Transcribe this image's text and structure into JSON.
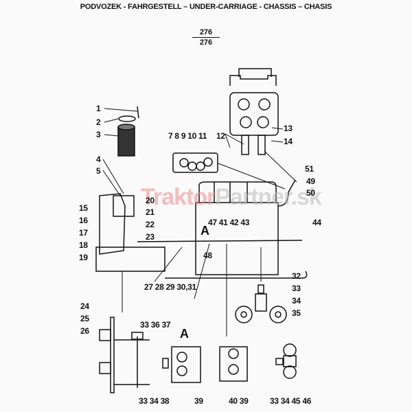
{
  "header": {
    "title": "PODVOZEK - FAHRGESTELL – UNDER-CARRIAGE - CHASSIS – CHASIS",
    "figure_numerator": "276",
    "figure_denominator": "276"
  },
  "watermark": {
    "part1": "Traktor",
    "part2": "Partner.sk",
    "color": "#f08a8a"
  },
  "callouts": {
    "c1": "1",
    "c2": "2",
    "c3": "3",
    "c4": "4",
    "c5": "5",
    "c7_11": "7 8 9 10 11",
    "c12": "12",
    "c13": "13",
    "c14": "14",
    "c15": "15",
    "c16": "16",
    "c17": "17",
    "c18": "18",
    "c19": "19",
    "c20": "20",
    "c21": "21",
    "c22": "22",
    "c23": "23",
    "c24": "24",
    "c25": "25",
    "c26": "26",
    "c27_31": "27 28 29 30,31",
    "c32": "32",
    "c33": "33",
    "c34": "34",
    "c35": "35",
    "c33_36_37": "33 36 37",
    "c33_34_38": "33 34 38",
    "c39a": "39",
    "c40_39": "40 39",
    "c33_34_45_46": "33 34 45 46",
    "c41_43": "47 41 42 43",
    "c44": "44",
    "c48": "48",
    "c49": "49",
    "c50": "50",
    "c51": "51",
    "detailA_main": "A",
    "detailA_view": "A"
  }
}
